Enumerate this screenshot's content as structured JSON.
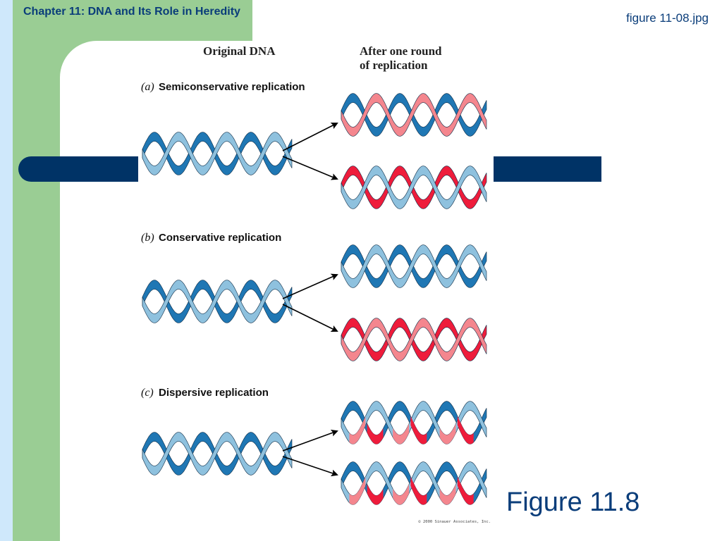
{
  "slide": {
    "chapter_title": "Chapter 11: DNA and Its Role in Heredity",
    "file_name": "figure 11-08.jpg",
    "figure_label": "Figure 11.8"
  },
  "diagram": {
    "column_original": "Original DNA",
    "column_after_line1": "After one round",
    "column_after_line2": "of replication",
    "copyright": "© 2000 Sinauer Associates, Inc.",
    "parts": [
      {
        "letter": "(a)",
        "title": "Semiconservative replication",
        "mode": "semiconservative"
      },
      {
        "letter": "(b)",
        "title": "Conservative replication",
        "mode": "conservative"
      },
      {
        "letter": "(c)",
        "title": "Dispersive replication",
        "mode": "dispersive"
      }
    ]
  },
  "colors": {
    "parent_dark_blue": "#1f77b4",
    "parent_light_blue": "#8ec1de",
    "new_red": "#ee1c3b",
    "new_pink": "#f4868e",
    "slide_green": "#9acd94",
    "slide_navy": "#003366",
    "title_blue": "#0a3d7a"
  }
}
